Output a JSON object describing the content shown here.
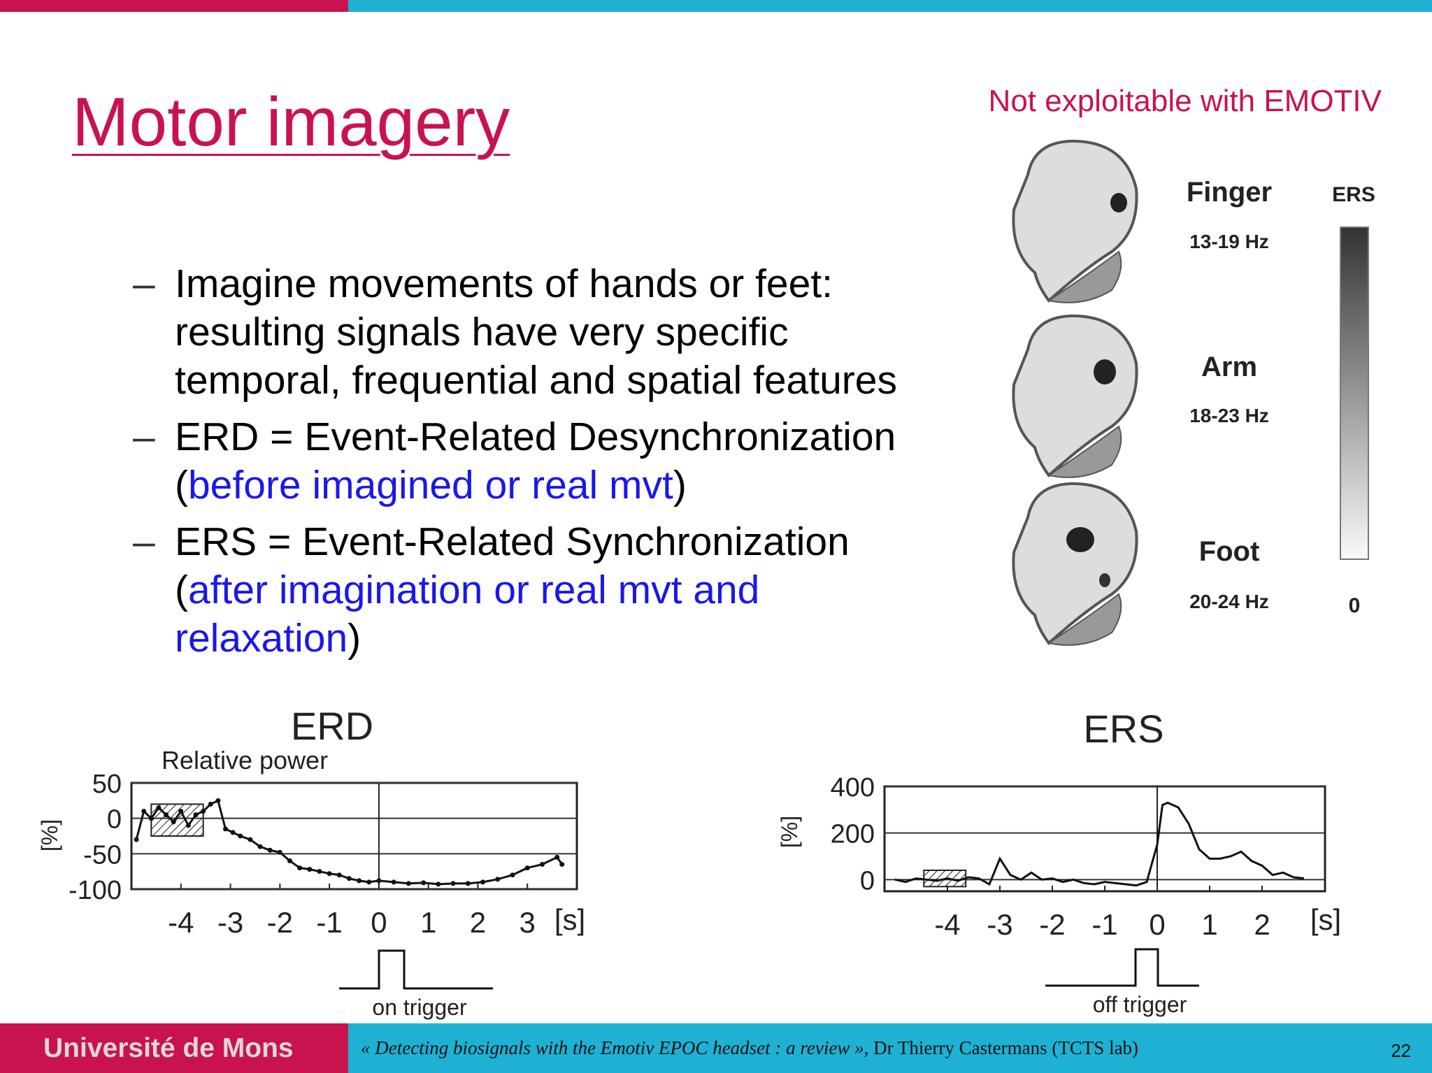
{
  "slide": {
    "title": "Motor imagery",
    "note": "Not exploitable with EMOTIV",
    "bullets": [
      {
        "dash": "–",
        "lines": [
          "Imagine movements of hands or feet:",
          "resulting signals have very specific",
          "temporal, frequential and spatial features"
        ]
      },
      {
        "dash": "–",
        "line1": "ERD = Event-Related Desynchronization",
        "open": "(",
        "blue": "before imagined or real mvt",
        "close": ")"
      },
      {
        "dash": "–",
        "line1": "ERS = Event-Related Synchronization",
        "open": "(",
        "blue_a": "after imagination or real mvt and",
        "blue_b": "relaxation",
        "close": ")"
      }
    ]
  },
  "brain_maps": {
    "scale_label": "ERS",
    "scale_zero": "0",
    "items": [
      {
        "name": "Finger",
        "band": "13-19 Hz"
      },
      {
        "name": "Arm",
        "band": "18-23 Hz"
      },
      {
        "name": "Foot",
        "band": "20-24 Hz"
      }
    ]
  },
  "chart_data": [
    {
      "type": "line",
      "title": "ERD",
      "subtitle": "Relative power",
      "ylabel": "[%]",
      "xunit": "[s]",
      "x_ticks": [
        "-4",
        "-3",
        "-2",
        "-1",
        "0",
        "1",
        "2",
        "3"
      ],
      "y_ticks": [
        "50",
        "0",
        "-50",
        "-100"
      ],
      "xlim": [
        -5,
        4
      ],
      "ylim": [
        -100,
        50
      ],
      "trigger_label": "on trigger",
      "series": [
        {
          "x": [
            -4.9,
            -4.75,
            -4.6,
            -4.45,
            -4.3,
            -4.15,
            -4.0,
            -3.85,
            -3.7,
            -3.55,
            -3.4,
            -3.25,
            -3.1,
            -2.95,
            -2.8,
            -2.6,
            -2.4,
            -2.2,
            -2.0,
            -1.8,
            -1.6,
            -1.4,
            -1.2,
            -1.0,
            -0.8,
            -0.6,
            -0.4,
            -0.2,
            0.0,
            0.3,
            0.6,
            0.9,
            1.2,
            1.5,
            1.8,
            2.1,
            2.4,
            2.7,
            3.0,
            3.3,
            3.6,
            3.7
          ],
          "y": [
            -30,
            10,
            0,
            15,
            5,
            -5,
            10,
            -10,
            5,
            10,
            20,
            25,
            -15,
            -20,
            -25,
            -30,
            -40,
            -45,
            -48,
            -60,
            -70,
            -72,
            -75,
            -78,
            -80,
            -85,
            -88,
            -90,
            -88,
            -90,
            -92,
            -91,
            -93,
            -92,
            -92,
            -90,
            -86,
            -80,
            -70,
            -65,
            -55,
            -65
          ]
        }
      ]
    },
    {
      "type": "line",
      "title": "ERS",
      "ylabel": "[%]",
      "xunit": "[s]",
      "x_ticks": [
        "-4",
        "-3",
        "-2",
        "-1",
        "0",
        "1",
        "2"
      ],
      "y_ticks": [
        "400",
        "200",
        "0"
      ],
      "xlim": [
        -5.2,
        3.2
      ],
      "ylim": [
        -50,
        400
      ],
      "trigger_label": "off trigger",
      "series": [
        {
          "x": [
            -5.0,
            -4.8,
            -4.6,
            -4.4,
            -4.2,
            -4.0,
            -3.8,
            -3.6,
            -3.4,
            -3.2,
            -3.0,
            -2.8,
            -2.6,
            -2.4,
            -2.2,
            -2.0,
            -1.8,
            -1.6,
            -1.4,
            -1.2,
            -1.0,
            -0.8,
            -0.6,
            -0.4,
            -0.2,
            0.0,
            0.1,
            0.2,
            0.4,
            0.6,
            0.8,
            1.0,
            1.2,
            1.4,
            1.6,
            1.8,
            2.0,
            2.2,
            2.4,
            2.6,
            2.8
          ],
          "y": [
            0,
            -10,
            5,
            0,
            -5,
            5,
            -5,
            10,
            5,
            -20,
            90,
            20,
            0,
            30,
            0,
            5,
            -10,
            0,
            -15,
            -20,
            -10,
            -15,
            -20,
            -25,
            -10,
            150,
            320,
            330,
            310,
            240,
            130,
            90,
            90,
            100,
            120,
            80,
            60,
            20,
            30,
            10,
            5
          ]
        }
      ]
    }
  ],
  "footer": {
    "university": "Université de Mons",
    "citation_italic": "« Detecting biosignals with the Emotiv EPOC headset : a review »,",
    "citation_plain": " Dr Thierry Castermans (TCTS lab)",
    "page": "22"
  }
}
